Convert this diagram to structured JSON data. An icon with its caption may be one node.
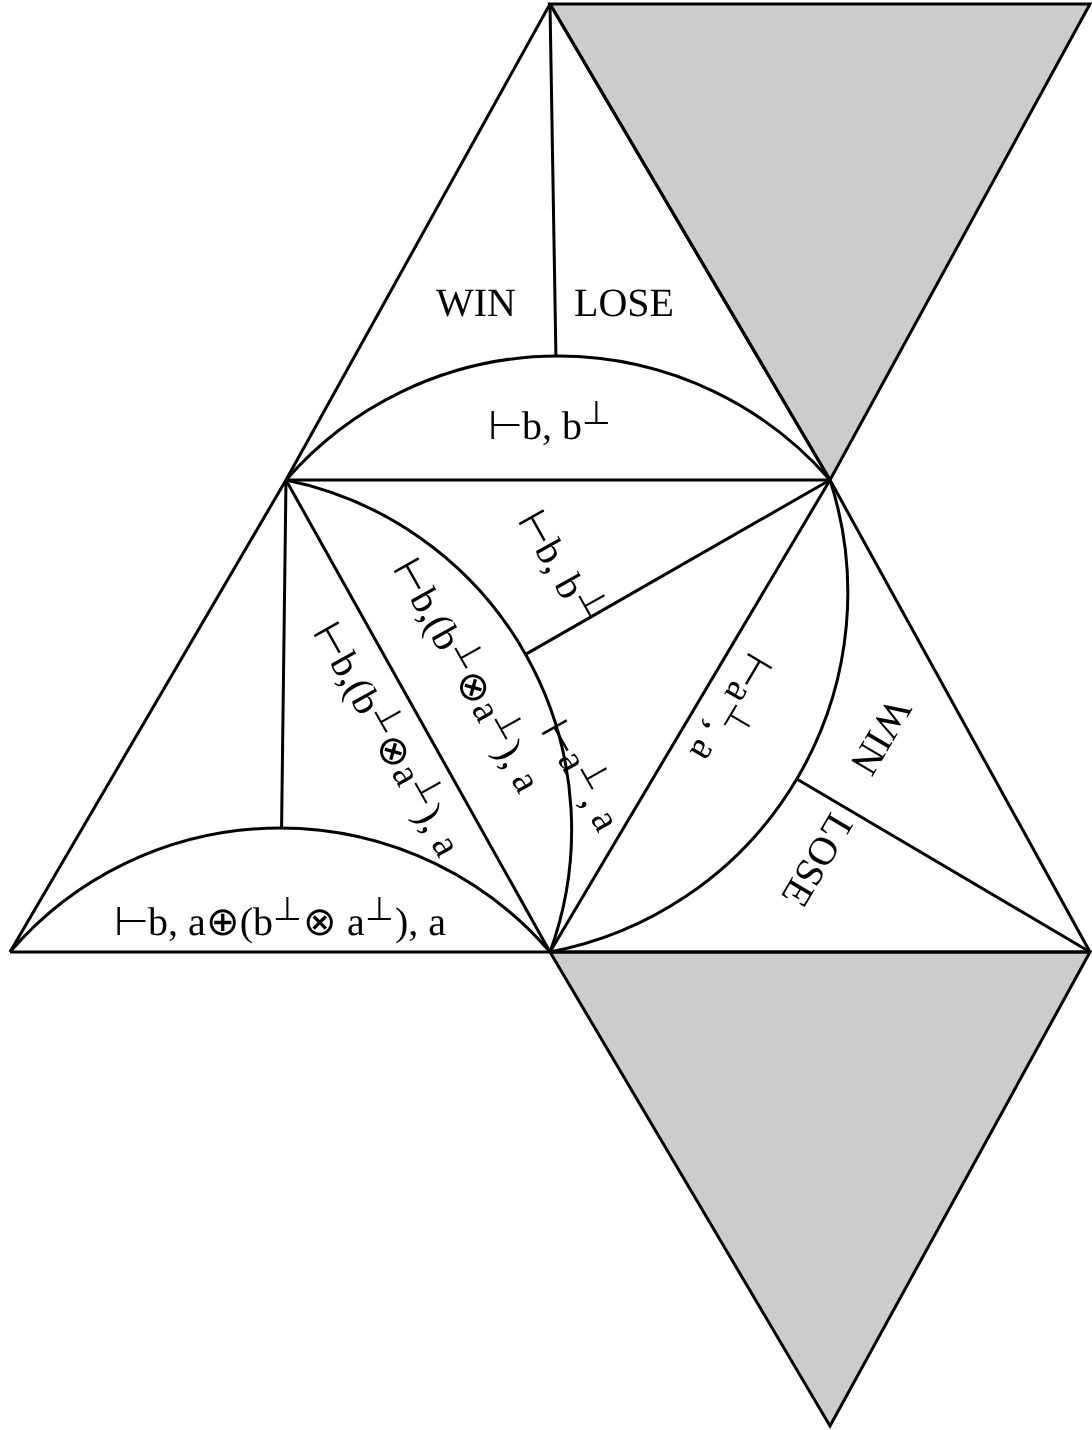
{
  "diagram": {
    "labels": [
      "WIN",
      "LOSE",
      "⊢b, b$^{⊥}$",
      "⊢b, b$^{⊥}$",
      "⊢a$^{⊥}$, a",
      "⊢b,(b$^{⊥}$⊗a$^{⊥}$), a",
      "⊢b,(b$^{⊥}$⊗a$^{⊥}$), a",
      "⊢a$^{⊥}$, a",
      "WIN",
      "LOSE",
      "⊢b, a⊕(b$^{⊥}$⊗ a$^{⊥}$), a"
    ]
  }
}
